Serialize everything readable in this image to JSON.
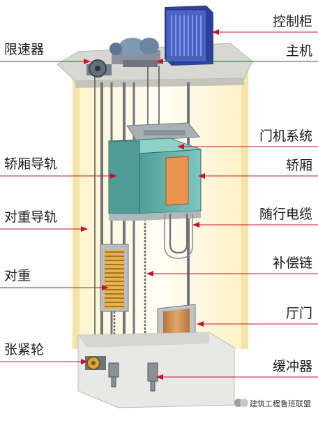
{
  "diagram": {
    "labels_left": [
      {
        "id": "speed-governor",
        "text": "限速器"
      },
      {
        "id": "car-guide-rail",
        "text": "轿厢导轨"
      },
      {
        "id": "counterweight-guide-rail",
        "text": "对重导轨"
      },
      {
        "id": "counterweight",
        "text": "对重"
      },
      {
        "id": "tension-pulley",
        "text": "张紧轮"
      }
    ],
    "labels_right": [
      {
        "id": "control-cabinet",
        "text": "控制柜"
      },
      {
        "id": "traction-machine",
        "text": "主机"
      },
      {
        "id": "door-operator",
        "text": "门机系统"
      },
      {
        "id": "car",
        "text": "轿厢"
      },
      {
        "id": "traveling-cable",
        "text": "随行电缆"
      },
      {
        "id": "compensation-chain",
        "text": "补偿链"
      },
      {
        "id": "landing-door",
        "text": "厅门"
      },
      {
        "id": "buffer",
        "text": "缓冲器"
      }
    ],
    "watermark": "建筑工程鲁班联盟",
    "colors": {
      "leader_line": "#c8102e",
      "shaft_glow": "#fbeec0",
      "car": "#5fb0a8",
      "cabinet": "#3f55b5",
      "counterweight": "#d9a441",
      "door": "#c68a4a",
      "concrete": "#e4e4e0"
    }
  }
}
